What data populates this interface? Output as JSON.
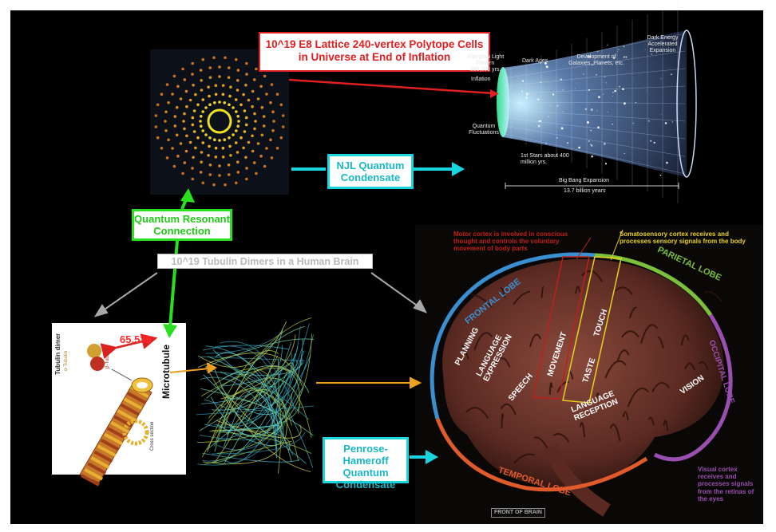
{
  "labels": {
    "e8_cells": "10^19 E8 Lattice 240-vertex Polytope Cells in Universe at End of Inflation",
    "njl": "NJL Quantum Condensate",
    "quantum_resonant": "Quantum Resonant Connection",
    "tubulin_dimers": "10^19 Tubulin Dimers in a Human Brain",
    "penrose": "Penrose-Hameroff Quantum Condensate",
    "count": "65,536"
  },
  "cosmic": {
    "afterglow": "Afterglow Light Pattern 380,000 yrs.",
    "dark_ages": "Dark Ages",
    "development": "Development of Galaxies, Planets, etc.",
    "dark_energy": "Dark Energy Accelerated Expansion",
    "inflation": "Inflation",
    "fluctuations": "Quantum Fluctuations",
    "first_stars": "1st Stars about 400 million yrs.",
    "big_bang": "Big Bang Expansion",
    "age": "13.7 billion years"
  },
  "microtubule": {
    "title": "Microtubule",
    "tubulin_dimer": "Tubulin dimer",
    "alpha": "α-Tubulin",
    "beta": "β-Tubulin",
    "cross_section": "Cross section"
  },
  "brain": {
    "frontal": "FRONTAL LOBE",
    "parietal": "PARIETAL LOBE",
    "occipital": "OCCIPITAL LOBE",
    "temporal": "TEMPORAL LOBE",
    "planning": "PLANNING",
    "language_expression": "LANGUAGE EXPRESSION",
    "speech": "SPEECH",
    "movement": "MOVEMENT",
    "taste": "TASTE",
    "touch": "TOUCH",
    "language_reception": "LANGUAGE RECEPTION",
    "vision": "VISION",
    "front_of_brain": "FRONT OF BRAIN",
    "motor_note": "Motor cortex is involved in conscious thought and controls the voluntary movement of body parts",
    "somato_note": "Somatosensory cortex receives and processes sensory signals from the body",
    "visual_note": "Visual cortex receives and processes signals from the retinas of the eyes"
  },
  "colors": {
    "red": "#e02020",
    "cyan": "#19d6de",
    "green": "#29e01e",
    "grey": "#b9b9b9",
    "orange": "#f0a020",
    "frontal_arc": "#3a8fd0",
    "parietal_arc": "#7bbf3a",
    "occipital_arc": "#9a4fb0",
    "temporal_arc": "#e05a2a"
  }
}
